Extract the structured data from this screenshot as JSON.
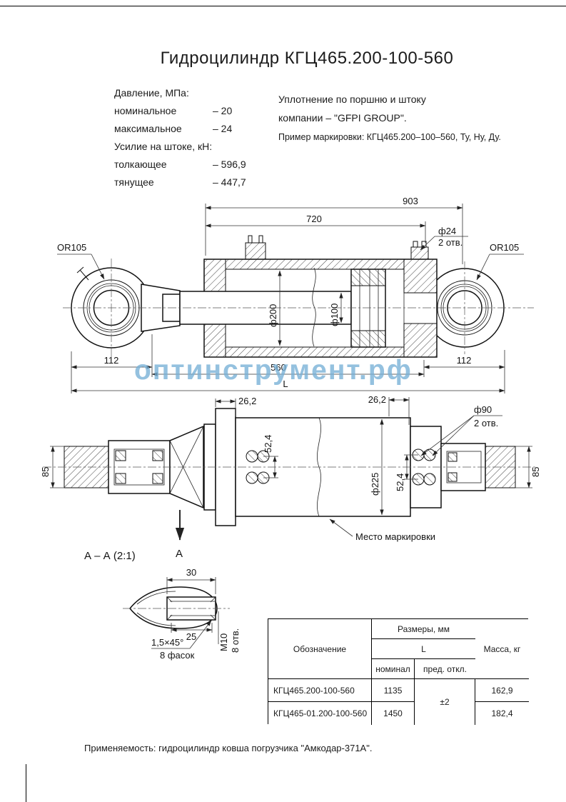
{
  "page": {
    "title": "Гидроцилиндр КГЦ465.200-100-560",
    "watermark": "оптинструмент.рф",
    "footer": "Применяемость: гидроцилиндр ковша погрузчика \"Амкодар-371А\"."
  },
  "specs": {
    "pressure_header": "Давление, МПа:",
    "pressure_rows": [
      {
        "label": "номинальное",
        "value": "– 20"
      },
      {
        "label": "максимальное",
        "value": "– 24"
      }
    ],
    "force_header": "Усилие на штоке, кН:",
    "force_rows": [
      {
        "label": "толкающее",
        "value": "– 596,9"
      },
      {
        "label": "тянущее",
        "value": "– 447,7"
      }
    ]
  },
  "sealing_note": {
    "line1": "Уплотнение по поршню и штоку",
    "line2": "компании – \"GFPI GROUP\".",
    "line3": "Пример маркировки: КГЦ465.200–100–560, Ту, Ну, Ду."
  },
  "dims_top": {
    "d903": "903",
    "d720": "720",
    "d24": "ф24",
    "d24n": "2 отв.",
    "or105_left": "OR105",
    "or105_right": "OR105",
    "d200": "ф200",
    "d100": "ф100",
    "d112_left": "112",
    "d112_right": "112",
    "d560": "560",
    "dL": "L"
  },
  "dims_mid": {
    "d262_left": "26,2",
    "d262_right": "26,2",
    "d90": "ф90",
    "d90n": "2 отв.",
    "d85_left": "85",
    "d85_right": "85",
    "d524_a": "52,4",
    "d524_b": "52,4",
    "d225": "ф225",
    "marking": "Место маркировки",
    "cut_label": "А"
  },
  "section": {
    "title": "А – А (2:1)",
    "d30": "30",
    "d25": "25",
    "chamfer": "1,5×45°",
    "chamfer_n": "8 фасок",
    "thread": "М10",
    "thread_n": "8 отв."
  },
  "table": {
    "col_designation": "Обозначение",
    "col_sizes": "Размеры, мм",
    "col_L": "L",
    "col_nominal": "номинал",
    "col_deviation": "пред. откл.",
    "col_mass": "Масса, кг",
    "deviation_value": "±2",
    "rows": [
      {
        "designation": "КГЦ465.200-100-560",
        "nominal": "1135",
        "mass": "162,9"
      },
      {
        "designation": "КГЦ465-01.200-100-560",
        "nominal": "1450",
        "mass": "182,4"
      }
    ]
  }
}
